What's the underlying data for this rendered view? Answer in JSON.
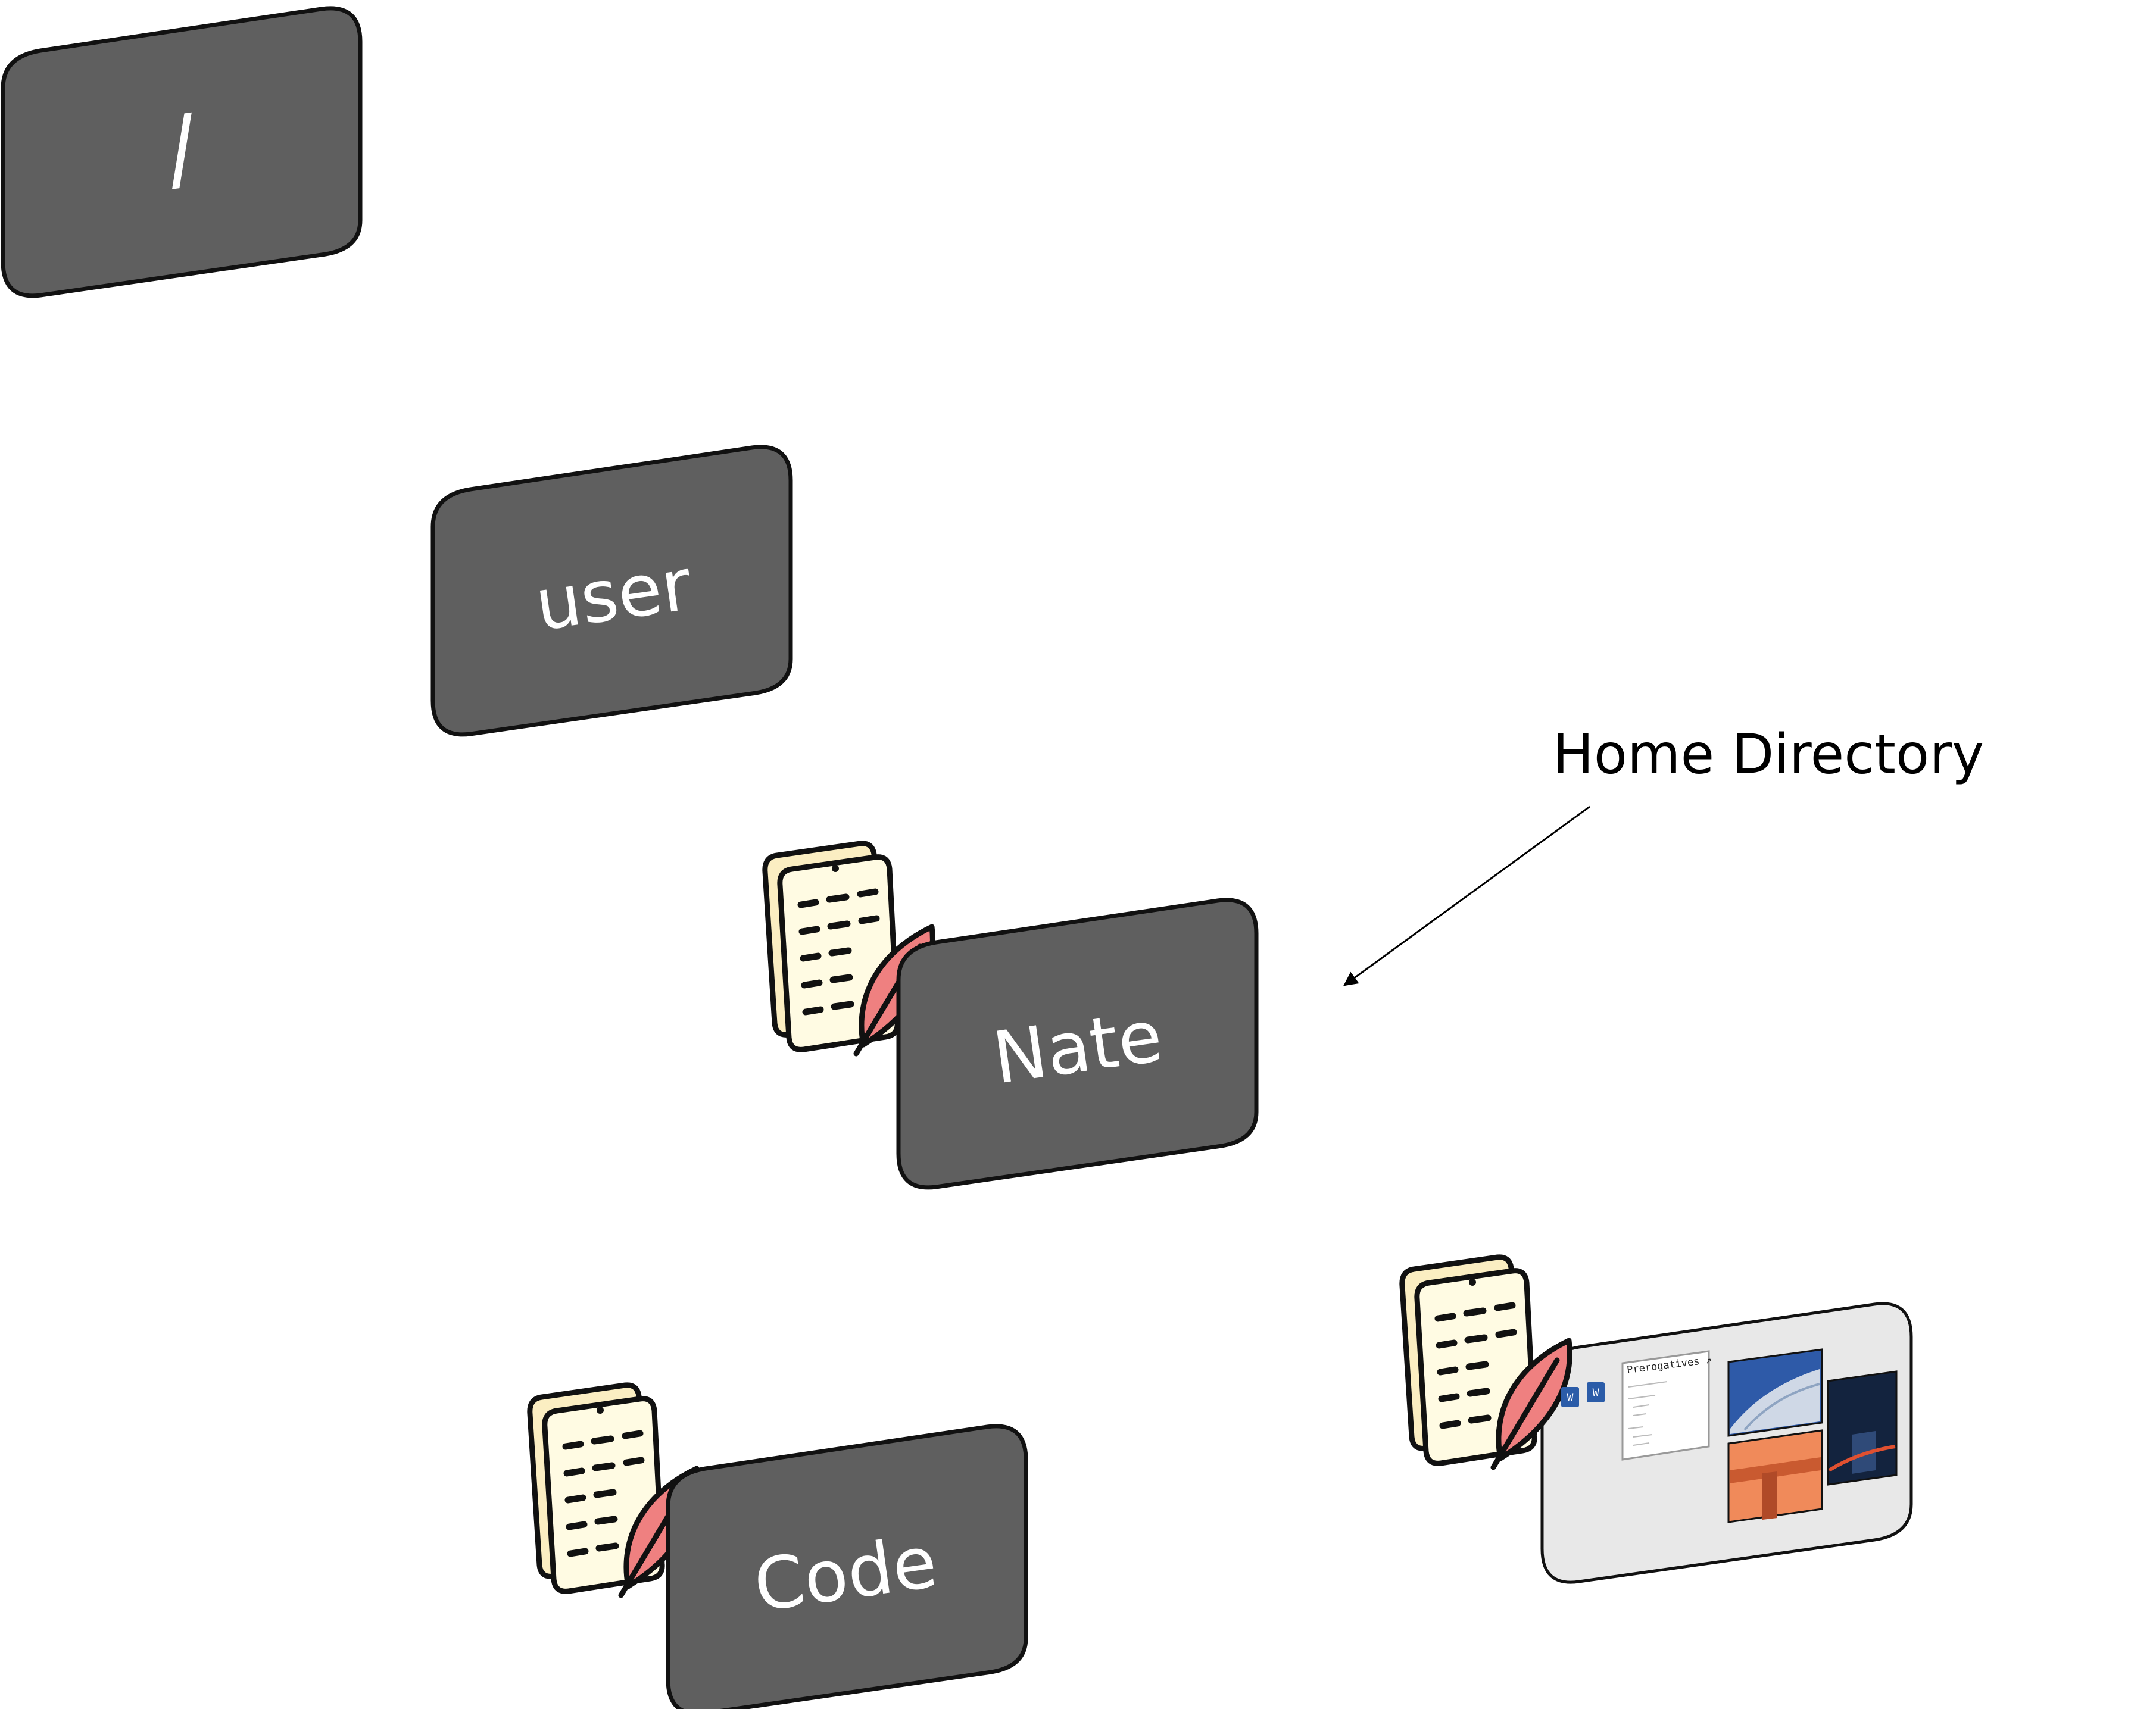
{
  "diagram": {
    "nodes": [
      {
        "id": "root",
        "label": "/"
      },
      {
        "id": "user",
        "label": "user"
      },
      {
        "id": "nate",
        "label": "Nate"
      },
      {
        "id": "code",
        "label": "Code"
      }
    ],
    "annotation": {
      "text": "Home Directory",
      "points_to": "nate"
    },
    "desktop_preview": {
      "note_title": "Prerogatives ↗",
      "icon": "word-document-icon"
    },
    "icons": [
      "notes-quill-icon",
      "word-document-icon"
    ],
    "colors": {
      "card_fill": "#5f5f5f",
      "card_stroke": "#111111",
      "card_text": "#ffffff",
      "paper": "#fdf6d4",
      "quill": "#ef8080",
      "desktop_fill": "#e8e8e8",
      "word_blue": "#2b5ca8"
    }
  }
}
